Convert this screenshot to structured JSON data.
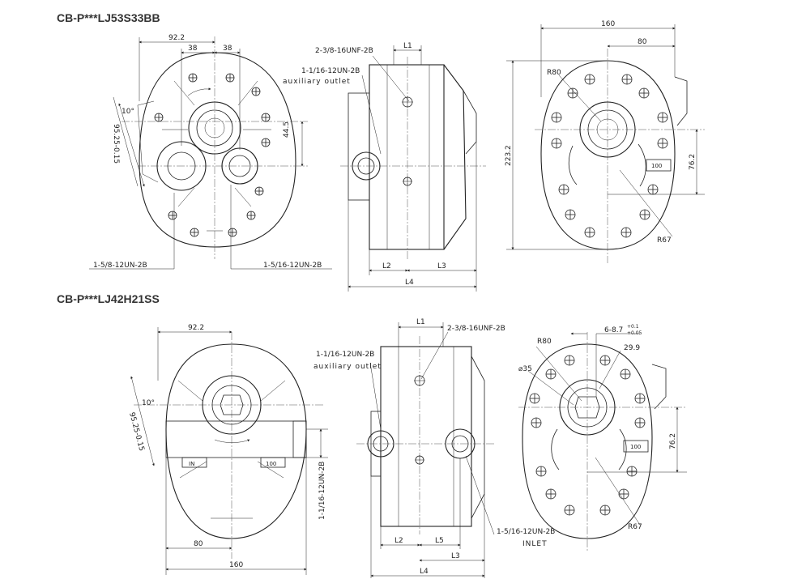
{
  "top": {
    "title": "CB-P***LJ53S33BB",
    "front": {
      "d_92_2": "92.2",
      "d_38a": "38",
      "d_38b": "38",
      "d_10deg": "10°",
      "d_95_25": "95.25-0.15",
      "d_44_5": "44.5",
      "port_left": "1-5/8-12UN-2B",
      "port_right": "1-5/16-12UN-2B"
    },
    "side": {
      "port_top": "2-3/8-16UNF-2B",
      "aux_port": "1-1/16-12UN-2B",
      "aux_label": "auxiliary outlet",
      "L1": "L1",
      "L2": "L2",
      "L3": "L3",
      "L4": "L4"
    },
    "rear": {
      "d_160": "160",
      "d_80": "80",
      "d_R80": "R80",
      "d_223_2": "223.2",
      "d_76_2": "76.2",
      "d_R67": "R67",
      "plate": "100"
    }
  },
  "bottom": {
    "title": "CB-P***LJ42H21SS",
    "front": {
      "d_92_2": "92.2",
      "d_10deg": "10°",
      "d_95_25": "95.25-0.15",
      "port_vert": "1-1/16-12UN-2B",
      "d_80": "80",
      "d_160": "160",
      "plate_left": "IN",
      "plate_right": "100"
    },
    "side": {
      "port_top": "2-3/8-16UNF-2B",
      "aux_port": "1-1/16-12UN-2B",
      "aux_label": "auxiliary outlet",
      "inlet_port": "1-5/16-12UN-2B",
      "inlet_label": "INLET",
      "L1": "L1",
      "L2": "L2",
      "L3": "L3",
      "L4": "L4",
      "L5": "L5"
    },
    "rear": {
      "d_R80": "R80",
      "d_635": "⌀35",
      "d_spline": "6-8.7",
      "d_tol_up": "+0.1",
      "d_tol_lo": "+0.05",
      "d_29_9": "29.9",
      "d_76_2": "76.2",
      "d_R67": "R67",
      "plate": "100"
    }
  }
}
